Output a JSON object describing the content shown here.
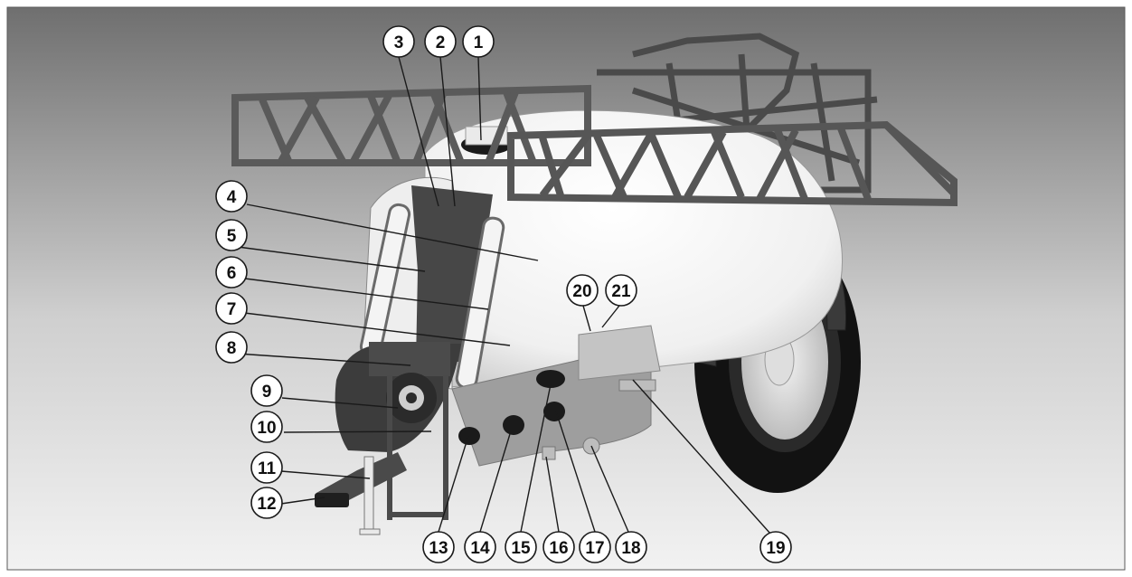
{
  "colors": {
    "background_top": "#6f6f6f",
    "background_bottom": "#f2f2f2",
    "frame": "#5a5a5a",
    "tank": "#f4f4f4",
    "wheel": "#111111",
    "callout_fill": "#ffffff",
    "callout_stroke": "#1a1a1a"
  },
  "callouts": [
    {
      "number": "1"
    },
    {
      "number": "2"
    },
    {
      "number": "3"
    },
    {
      "number": "4"
    },
    {
      "number": "5"
    },
    {
      "number": "6"
    },
    {
      "number": "7"
    },
    {
      "number": "8"
    },
    {
      "number": "9"
    },
    {
      "number": "10"
    },
    {
      "number": "11"
    },
    {
      "number": "12"
    },
    {
      "number": "13"
    },
    {
      "number": "14"
    },
    {
      "number": "15"
    },
    {
      "number": "16"
    },
    {
      "number": "17"
    },
    {
      "number": "18"
    },
    {
      "number": "19"
    },
    {
      "number": "20"
    },
    {
      "number": "21"
    }
  ]
}
